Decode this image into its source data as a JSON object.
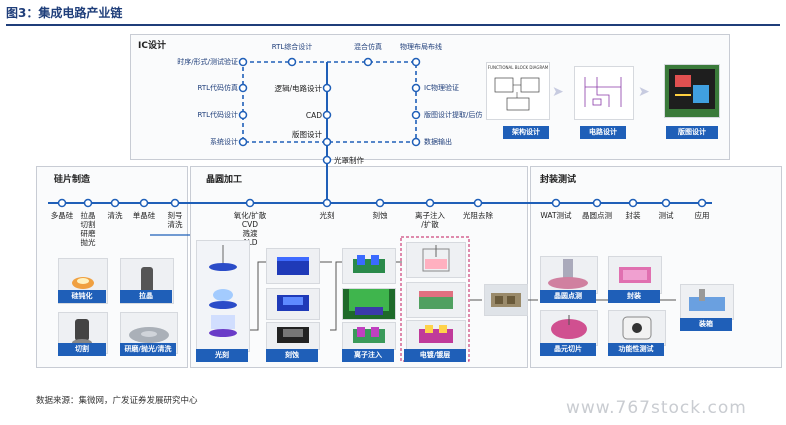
{
  "figure_title": "图3：集成电路产业链",
  "source_note": "数据来源：集微网，广发证券发展研究中心",
  "watermark": "www.767stock.com",
  "ic_design": {
    "title": "IC设计",
    "left_nodes": [
      "时序/形式/测试验证",
      "RTL代码仿真",
      "RTL代码设计",
      "系统设计"
    ],
    "top_nodes": [
      "RTL综合设计",
      "混合仿真",
      "物理布局布线"
    ],
    "center_nodes": [
      "逻辑/电路设计",
      "CAD",
      "版图设计"
    ],
    "right_nodes": [
      "IC物理验证",
      "版图设计提取/后仿",
      "数据输出"
    ],
    "mask_label": "光罩制作",
    "thumbnails": [
      {
        "caption": "架构设计",
        "inner_text": "FUNCTIONAL BLOCK DIAGRAM"
      },
      {
        "caption": "电路设计"
      },
      {
        "caption": "版图设计"
      }
    ]
  },
  "silicon": {
    "title": "硅片制造",
    "steps": [
      "多晶硅",
      "拉晶\n切割\n研磨\n抛光",
      "清洗",
      "单晶硅",
      "刻号\n清洗"
    ],
    "photos": [
      "硅钝化",
      "拉晶",
      "切割",
      "研磨/抛光/清洗"
    ]
  },
  "wafer": {
    "title": "晶圆加工",
    "steps": [
      "氧化/扩散\nCVD\n溅渡\nALD",
      "光刻",
      "刻蚀",
      "离子注入\n/扩散",
      "光阻去除"
    ],
    "photos": [
      "光刻",
      "刻蚀",
      "离子注入",
      "电镀/镀层"
    ]
  },
  "packaging": {
    "title": "封装测试",
    "steps": [
      "WAT测试",
      "晶圆点测",
      "封装",
      "测试",
      "应用"
    ],
    "photos": [
      "晶圆点测",
      "封装",
      "晶元切片",
      "功能性测试",
      "装箱"
    ]
  },
  "colors": {
    "line": "#1f5fb8",
    "caption_bg": "#1f5fb8",
    "title": "#1f3e7a"
  }
}
